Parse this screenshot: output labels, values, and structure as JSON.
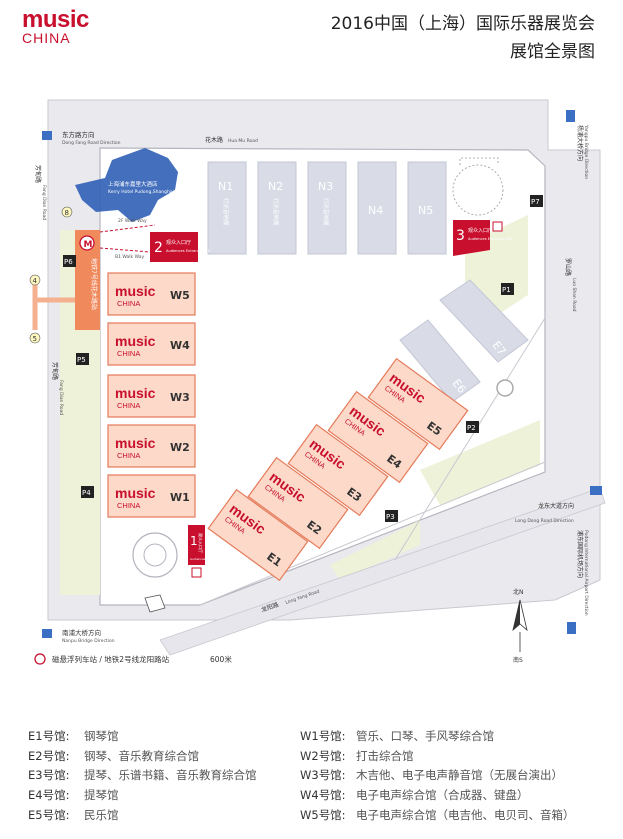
{
  "logo": {
    "word": "music",
    "sub": "CHINA"
  },
  "title": {
    "line1": "2016中国（上海）国际乐器展览会",
    "line2": "展馆全景图"
  },
  "roads": {
    "top_dir": "东方路方向",
    "top_dir_en": "Dong Fang Road Direction",
    "huamu": "花木路",
    "huamu_en": "Hua Mu Road",
    "fangdian": "芳甸路",
    "fangdian_en": "Fang Dian Road",
    "luoshan": "罗山路",
    "luoshan_en": "Luo Shan Road",
    "yangpu": "杨浦大桥方向",
    "yangpu_en": "Yangpu Bridge Direction",
    "longdong": "龙东大道方向",
    "longdong_en": "Long Dong Road Direction",
    "pudong_airport": "浦东国际机场方向",
    "pudong_airport_en": "Pudong International Airport Direction",
    "longyang": "龙阳路",
    "longyang_en": "Long Yang Road",
    "nanpu": "南浦大桥方向",
    "nanpu_en": "Nanpu Bridge Direction",
    "metro": "磁悬浮列车站 / 地铁2号线龙阳路站",
    "metro_dist": "600米"
  },
  "hotel": {
    "zh": "上海浦东嘉里大酒店",
    "en": "Kerry Hotel Pudong,Shanghai"
  },
  "walkways": {
    "w2f": "2F Walk Way",
    "w1f": "B1 Walk Way"
  },
  "metro_station": {
    "zh": "地铁7号线花木路站",
    "symbol": "M"
  },
  "entrances": [
    {
      "num": "2",
      "zh": "观众入口厅",
      "en": "Audiences Entrance Hall"
    },
    {
      "num": "1",
      "zh": "观众入口厅",
      "en": "Audiences Entrance Hall"
    },
    {
      "num": "3",
      "zh": "观众入口厅",
      "en": "Audiences Entrance Hall"
    }
  ],
  "halls_n": [
    {
      "id": "N1",
      "zh": "灯光音响展"
    },
    {
      "id": "N2",
      "zh": "灯光音响展"
    },
    {
      "id": "N3",
      "zh": "灯光音响展"
    },
    {
      "id": "N4",
      "zh": ""
    },
    {
      "id": "N5",
      "zh": ""
    }
  ],
  "halls_w": [
    "W5",
    "W4",
    "W3",
    "W2",
    "W1"
  ],
  "halls_e": [
    "E1",
    "E2",
    "E3",
    "E4",
    "E5"
  ],
  "halls_e_grey": [
    "E6",
    "E7"
  ],
  "parking": [
    "P1",
    "P2",
    "P3",
    "P4",
    "P5",
    "P6",
    "P7"
  ],
  "brand": {
    "music": "music",
    "china": "CHINA"
  },
  "compass": {
    "north": "北N",
    "south": "南S"
  },
  "gates": [
    "8",
    "4",
    "5"
  ],
  "legend_left": [
    {
      "hall": "E1号馆:",
      "desc": "钢琴馆"
    },
    {
      "hall": "E2号馆:",
      "desc": "钢琴、音乐教育综合馆"
    },
    {
      "hall": "E3号馆:",
      "desc": "提琴、乐谱书籍、音乐教育综合馆"
    },
    {
      "hall": "E4号馆:",
      "desc": "提琴馆"
    },
    {
      "hall": "E5号馆:",
      "desc": "民乐馆"
    }
  ],
  "legend_right": [
    {
      "hall": "W1号馆:",
      "desc": "管乐、口琴、手风琴综合馆"
    },
    {
      "hall": "W2号馆:",
      "desc": "打击综合馆"
    },
    {
      "hall": "W3号馆:",
      "desc": "木吉他、电子电声静音馆（无展台演出）"
    },
    {
      "hall": "W4号馆:",
      "desc": "电子电声综合馆（合成器、键盘）"
    },
    {
      "hall": "W5号馆:",
      "desc": "电子电声综合馆（电吉他、电贝司、音箱）"
    }
  ],
  "colors": {
    "brand_red": "#c8102e",
    "hall_fill": "#fcd9c8",
    "hall_stroke": "#e57a5a",
    "grey_hall": "#d9dbe6",
    "road": "#e9e9ed",
    "green": "#eef2d9",
    "hotel": "#2f5fb6",
    "metro": "#f08a5d"
  }
}
